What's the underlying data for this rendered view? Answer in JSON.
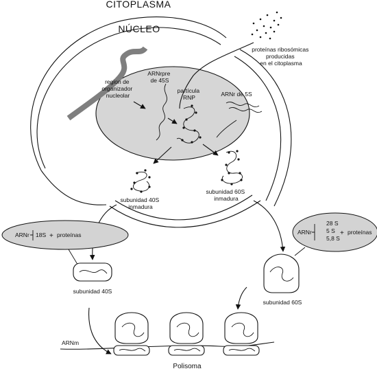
{
  "title": "CITOPLASMA",
  "nucleus_label": "NÚCLEO",
  "external_proteins_label": [
    "proteínas ribosómicas",
    "producidas",
    "en el citoplasma"
  ],
  "nucleolar_region_label": [
    "region de",
    "organizador",
    "nucleolar"
  ],
  "pre_rna_label": [
    "ARNrpre",
    "de 45S"
  ],
  "rnp_label": [
    "partícula",
    "RNP"
  ],
  "rrna_5s_label": "ARNr de 5S",
  "subunit_40s_immature_label": [
    "subunidad 40S",
    "inmadura"
  ],
  "subunit_60s_immature_label": [
    "subunidad 60S",
    "inmadura"
  ],
  "left_bubble": {
    "prefix": "ARNr",
    "item": "18S",
    "plus": "+",
    "suffix": "proteínas"
  },
  "right_bubble": {
    "prefix": "ARNr",
    "items": [
      "28 S",
      "5 S",
      "5,8 S"
    ],
    "plus": "+",
    "suffix": "proteínas"
  },
  "subunit_40s_label": "subunidad 40S",
  "subunit_60s_label": "subunidad 60S",
  "mrna_label": "ARNm",
  "polysome_label": "Polisoma",
  "colors": {
    "nucleolus": "#d6d6d6",
    "chromatin": "#7f7f7f",
    "bubble": "#d3d3d3",
    "ink": "#111111"
  }
}
